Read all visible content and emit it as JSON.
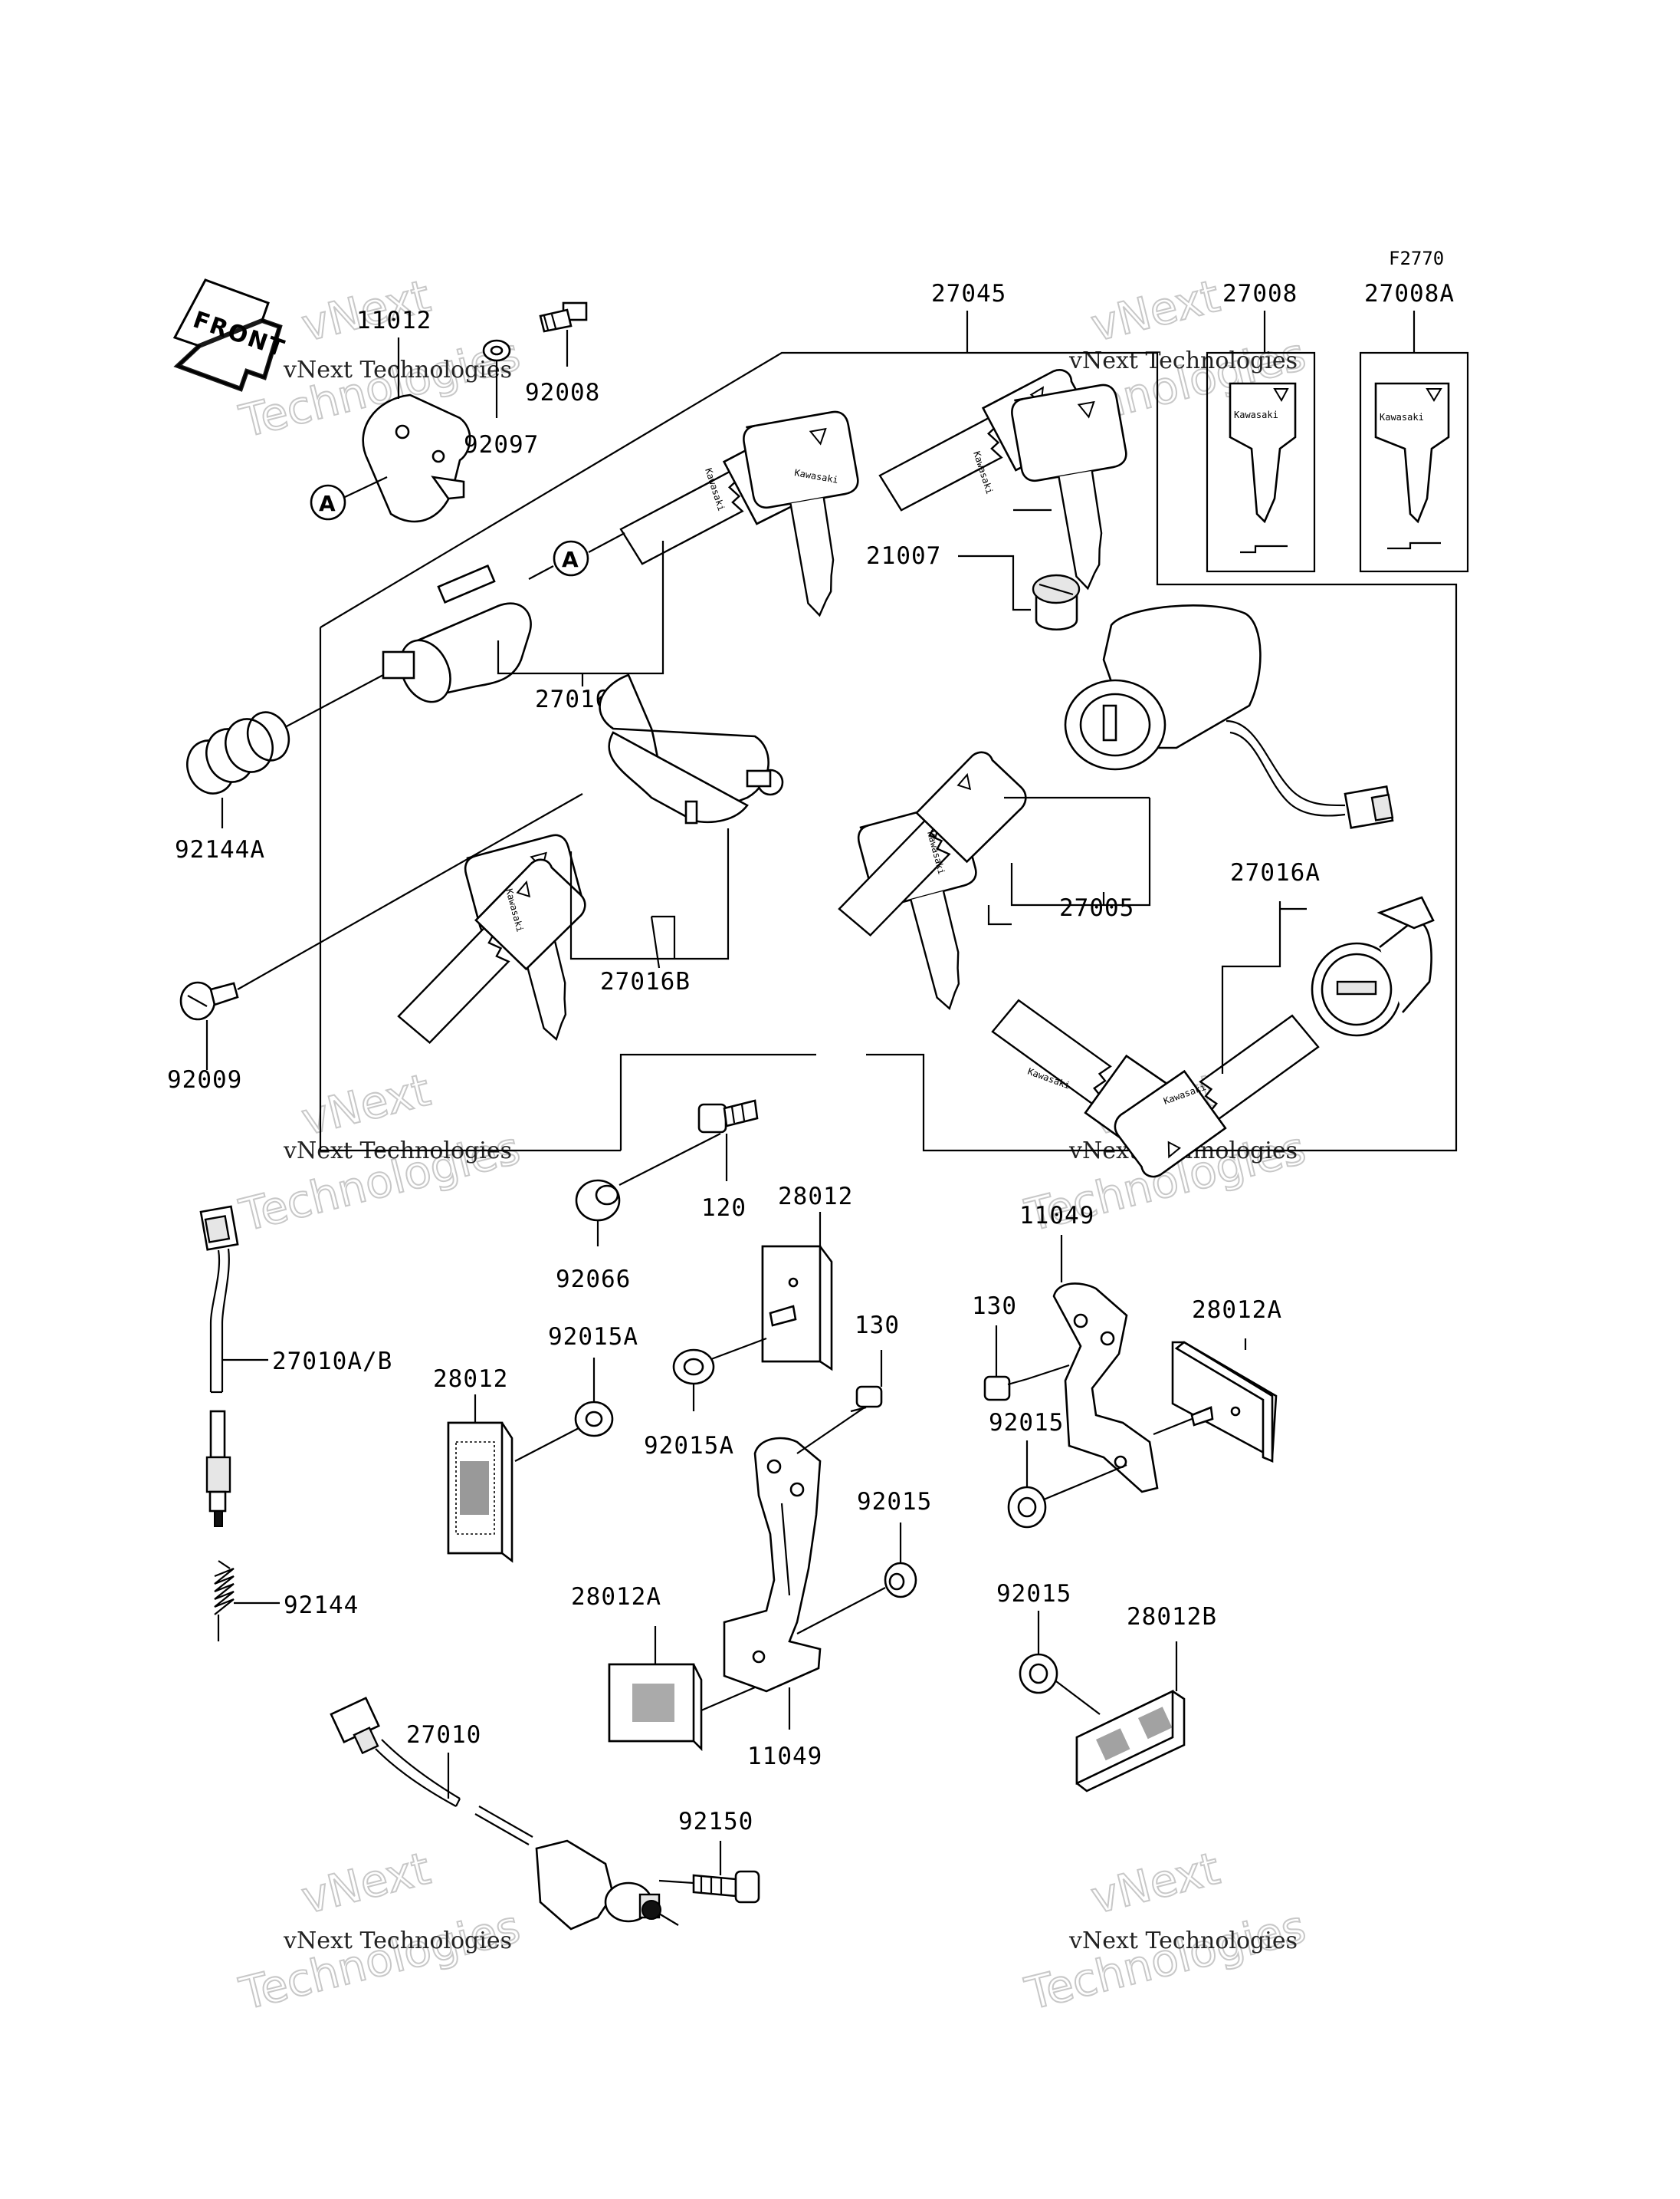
{
  "figure_code": "F2770",
  "front_label": "FRONT",
  "callout_letter": "A",
  "watermark": {
    "line1": "vNext",
    "line2": "Technologies",
    "line3": "vNext Technologies"
  },
  "brand_on_keys": "Kawasaki",
  "labels": {
    "p11012": "11012",
    "p92008": "92008",
    "p92097": "92097",
    "p27045": "27045",
    "p27008": "27008",
    "p27008A": "27008A",
    "p21007": "21007",
    "p27016": "27016",
    "p92144A": "92144A",
    "p27016B": "27016B",
    "p27005": "27005",
    "p27016A": "27016A",
    "p92009": "92009",
    "p120": "120",
    "p28012_top": "28012",
    "p11049_right": "11049",
    "p92066": "92066",
    "p130_left": "130",
    "p130_right": "130",
    "p28012A_right": "28012A",
    "p92015A_top": "92015A",
    "p28012_left": "28012",
    "p27010AB": "27010A/B",
    "p92015A_mid": "92015A",
    "p92015_right": "92015",
    "p92015_mid": "92015",
    "p92144": "92144",
    "p28012A_left": "28012A",
    "p92015_low": "92015",
    "p28012B": "28012B",
    "p27010": "27010",
    "p11049_bottom": "11049",
    "p92150": "92150"
  }
}
